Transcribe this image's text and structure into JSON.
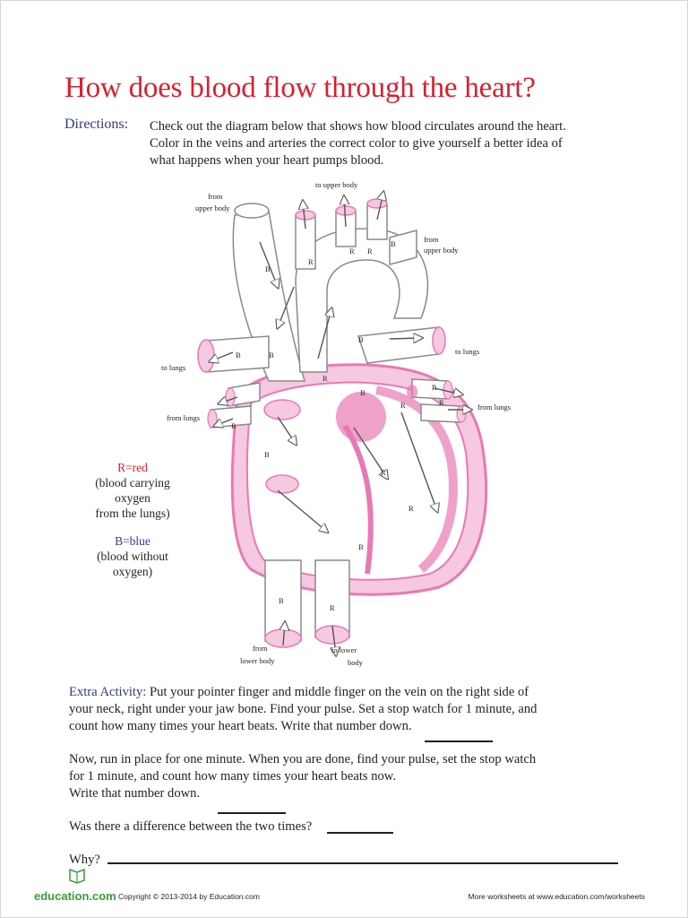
{
  "title": "How does blood flow through the heart?",
  "directions": {
    "label": "Directions:",
    "line1": "Check out the diagram below that shows how blood circulates around the heart.",
    "line2": "Color in the veins and arteries the correct color to give yourself a better idea of",
    "line3": "what happens when your heart pumps blood."
  },
  "diagram": {
    "labels": {
      "from_upper_body_left_1": "from",
      "from_upper_body_left_2": "upper body",
      "to_upper_body": "to upper body",
      "from_upper_body_right_1": "from",
      "from_upper_body_right_2": "upper body",
      "to_lungs_left": "to lungs",
      "to_lungs_right": "to lungs",
      "from_lungs_left": "from lungs",
      "from_lungs_right": "from lungs",
      "from_lower_body_1": "from",
      "from_lower_body_2": "lower body",
      "to_lower_body_1": "to lower",
      "to_lower_body_2": "body"
    },
    "marker_r": "R",
    "marker_b": "B",
    "colors": {
      "pink": "#e879b4",
      "pink_light": "#f6c9e0",
      "gray": "#8a8a8a"
    }
  },
  "legend": {
    "r_key": "R=red",
    "r_desc_1": "(blood carrying",
    "r_desc_2": "oxygen",
    "r_desc_3": "from the lungs)",
    "b_key": "B=blue",
    "b_desc_1": "(blood without",
    "b_desc_2": "oxygen)"
  },
  "extra_activity": {
    "label": "Extra Activity:",
    "line1": "Put your pointer finger and middle finger on the vein on the right side of",
    "line2": "your neck, right under your jaw bone. Find your pulse. Set a stop watch for 1 minute, and",
    "line3": "count how many times your heart beats. Write that number down."
  },
  "run_activity": {
    "line1": "Now, run in place for one minute. When you are done, find your pulse, set the stop watch",
    "line2": "for 1 minute, and count how many times your heart beats now.",
    "line3": "Write that number down."
  },
  "difference_question": "Was there a difference between the two times?",
  "why_question": "Why?",
  "footer": {
    "logo": "education.com",
    "copyright": "Copyright © 2013-2014  by Education.com",
    "more": "More worksheets at www.education.com/worksheets"
  }
}
